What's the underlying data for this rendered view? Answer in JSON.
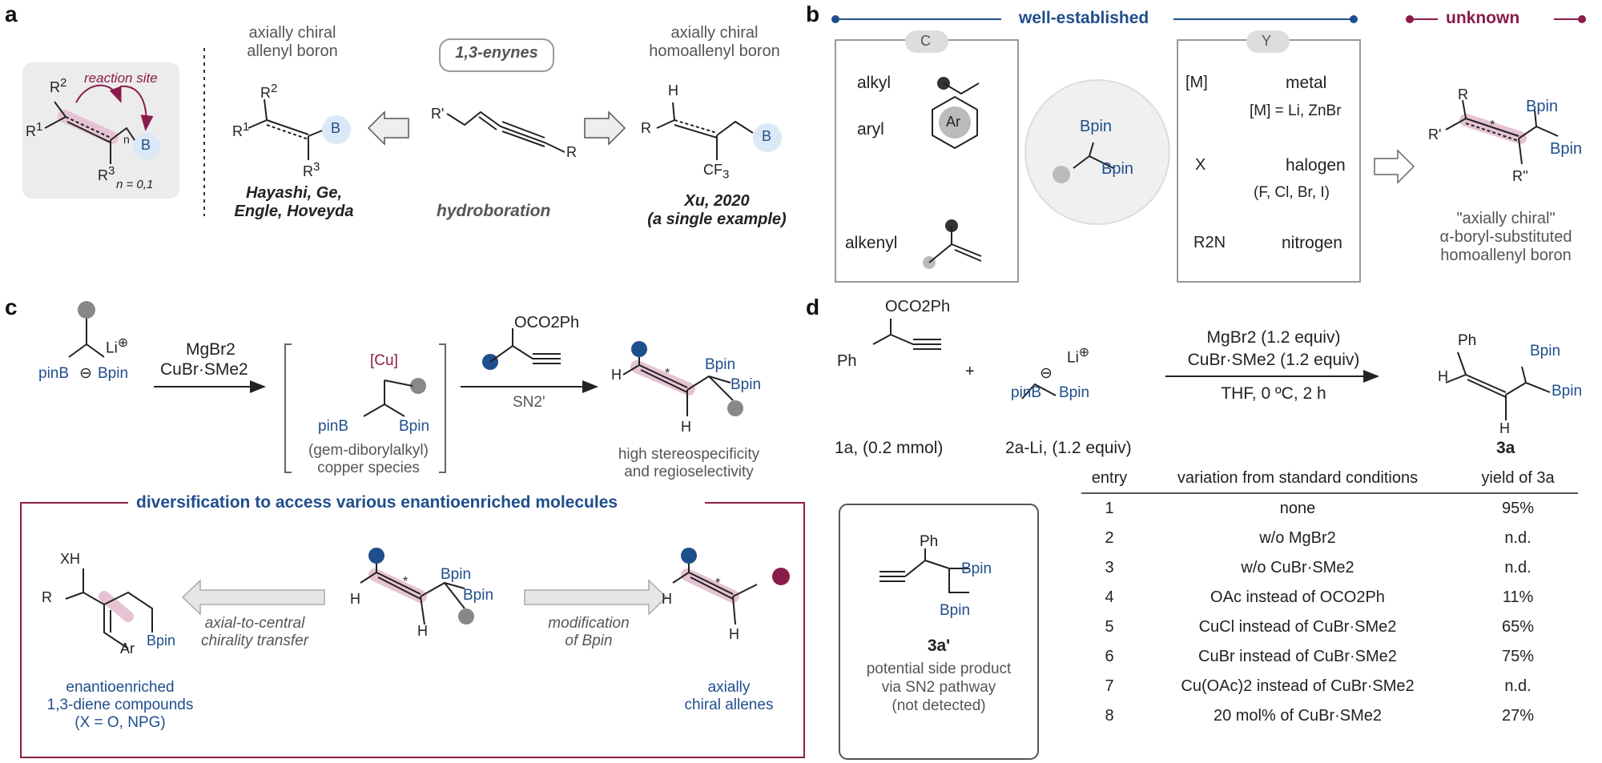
{
  "colors": {
    "blue": "#1f4e8c",
    "maroon": "#8a1c4a",
    "pink": "#e6c3d3",
    "gray_box": "#ececec",
    "bubble": "#dbe8f5"
  },
  "panel_a": {
    "label": "a",
    "reaction_site": "reaction site",
    "n_note": "n = 0,1",
    "left_title": "axially chiral\nallenyl boron",
    "left_authors": "Hayashi, Ge,\nEngle, Hoveyda",
    "center_title": "1,3-enynes",
    "center_caption": "hydroboration",
    "right_title": "axially chiral\nhomoallenyl boron",
    "right_authors": "Xu, 2020\n(a single example)"
  },
  "panel_b": {
    "label": "b",
    "well_established": "well-established",
    "unknown": "unknown",
    "box_c_letter": "C",
    "box_y_letter": "Y",
    "c_items": [
      "alkyl",
      "aryl",
      "alkenyl"
    ],
    "ar_label": "Ar",
    "bpin": "Bpin",
    "y_items": [
      {
        "prefix": "[M]",
        "label": "metal",
        "note": "[M] = Li, ZnBr"
      },
      {
        "prefix": "X",
        "label": "halogen",
        "note": "(F, Cl, Br, I)"
      },
      {
        "prefix": "R2N",
        "label": "nitrogen",
        "note": ""
      }
    ],
    "product_caption": "\"axially chiral\"\nα-boryl-substituted\nhomoallenyl boron"
  },
  "panel_c": {
    "label": "c",
    "reagent1": "MgBr2",
    "reagent2": "CuBr·SMe2",
    "carbonate": "OCO2Ph",
    "sn2": "SN2'",
    "intermediate_caption": "(gem-diborylalkyl)\ncopper species",
    "product_caption": "high stereospecificity\nand regioselectivity",
    "div_title": "diversification to access various enantioenriched molecules",
    "left_arrow_caption": "axial-to-central\nchirality transfer",
    "right_arrow_caption": "modification\nof Bpin",
    "left_product_caption": "enantioenriched\n1,3-diene compounds\n(X = O, NPG)",
    "right_product_caption": "axially\nchiral allenes"
  },
  "panel_d": {
    "label": "d",
    "sm1": "1a, (0.2 mmol)",
    "sm2": "2a-Li, (1.2 equiv)",
    "cond1": "MgBr2 (1.2 equiv)",
    "cond2": "CuBr·SMe2 (1.2 equiv)",
    "cond3": "THF, 0 ºC, 2 h",
    "product": "3a",
    "side_label": "3a'",
    "side_caption": "potential side product\nvia SN2 pathway\n(not detected)",
    "headers": [
      "entry",
      "variation from standard conditions",
      "yield of 3a"
    ],
    "rows": [
      [
        "1",
        "none",
        "95%"
      ],
      [
        "2",
        "w/o MgBr2",
        "n.d."
      ],
      [
        "3",
        "w/o CuBr·SMe2",
        "n.d."
      ],
      [
        "4",
        "OAc instead of OCO2Ph",
        "11%"
      ],
      [
        "5",
        "CuCl instead of CuBr·SMe2",
        "65%"
      ],
      [
        "6",
        "CuBr instead of CuBr·SMe2",
        "75%"
      ],
      [
        "7",
        "Cu(OAc)2 instead of CuBr·SMe2",
        "n.d."
      ],
      [
        "8",
        "20 mol% of CuBr·SMe2",
        "27%"
      ]
    ]
  }
}
